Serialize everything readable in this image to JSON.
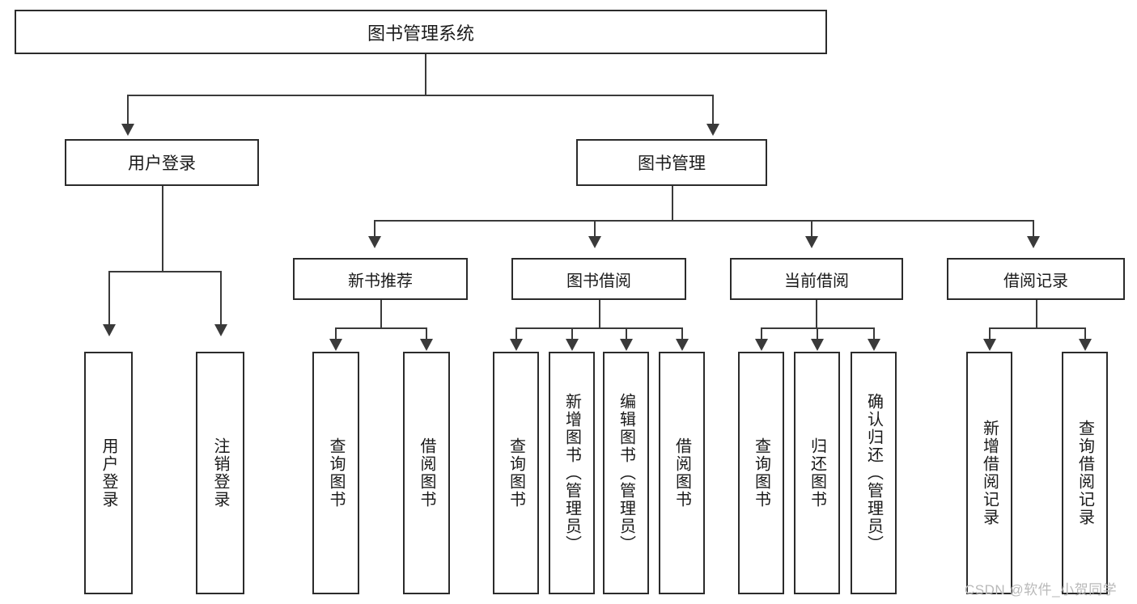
{
  "diagram": {
    "title": "图书管理系统",
    "type": "tree-hierarchy",
    "root": {
      "label": "图书管理系统"
    },
    "level2": [
      {
        "label": "用户登录"
      },
      {
        "label": "图书管理"
      }
    ],
    "level3": [
      {
        "label": "新书推荐"
      },
      {
        "label": "图书借阅"
      },
      {
        "label": "当前借阅"
      },
      {
        "label": "借阅记录"
      }
    ],
    "leaves": {
      "user_login": [
        {
          "label": "用户登录"
        },
        {
          "label": "注销登录"
        }
      ],
      "new_book_recommend": [
        {
          "label": "查询图书"
        },
        {
          "label": "借阅图书"
        }
      ],
      "book_borrow": [
        {
          "label": "查询图书"
        },
        {
          "label": "新增图书（管理员）"
        },
        {
          "label": "编辑图书（管理员）"
        },
        {
          "label": "借阅图书"
        }
      ],
      "current_borrow": [
        {
          "label": "查询图书"
        },
        {
          "label": "归还图书"
        },
        {
          "label": "确认归还（管理员）"
        }
      ],
      "borrow_record": [
        {
          "label": "新增借阅记录"
        },
        {
          "label": "查询借阅记录"
        }
      ]
    }
  },
  "watermark": {
    "text": "CSDN @软件_小贺同学"
  },
  "colors": {
    "box_border": "#2b2b2b",
    "connector": "#3a3a3a",
    "text": "#1a1a1a",
    "background": "#ffffff",
    "watermark": "#b9b9b9"
  }
}
